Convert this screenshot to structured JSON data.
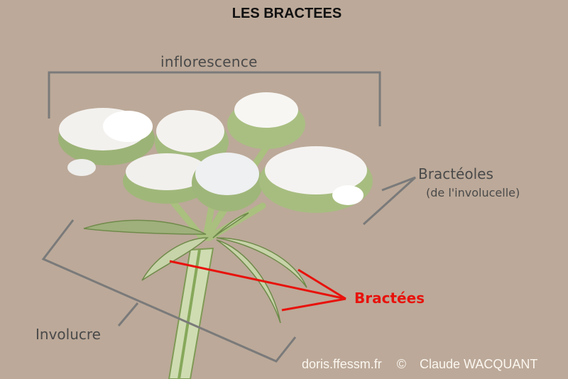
{
  "title": "LES BRACTEES",
  "labels": {
    "inflorescence": "inflorescence",
    "bracteoles": "Bractéoles",
    "bracteoles_sub": "(de l'involucelle)",
    "involucre": "Involucre",
    "bractees": "Bractées"
  },
  "credit": {
    "site": "doris.ffessm.fr",
    "copyright_symbol": "©",
    "author": "Claude WACQUANT"
  },
  "colors": {
    "background": "#bca999",
    "bracket_lines": "#7a7a7a",
    "bractees_pointer": "#e8120c",
    "label_text": "#4a4a4a",
    "credit_text": "#fbf7f0"
  }
}
